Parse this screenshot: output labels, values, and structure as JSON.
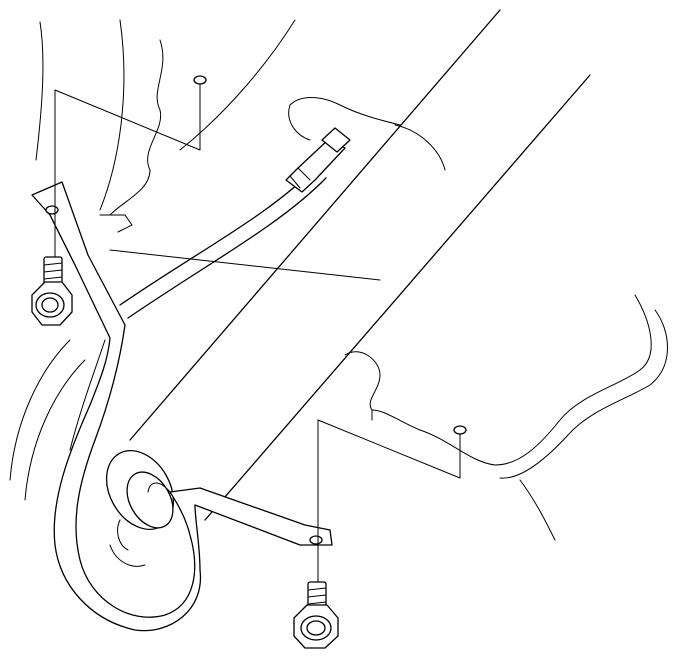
{
  "diagram": {
    "background_color": "#ffffff",
    "line_color": "#000000",
    "parts": [
      "mounting-bracket",
      "bracket-bolt-upper",
      "bracket-bolt-lower",
      "exhaust-pipe",
      "cable",
      "body-panel"
    ]
  }
}
